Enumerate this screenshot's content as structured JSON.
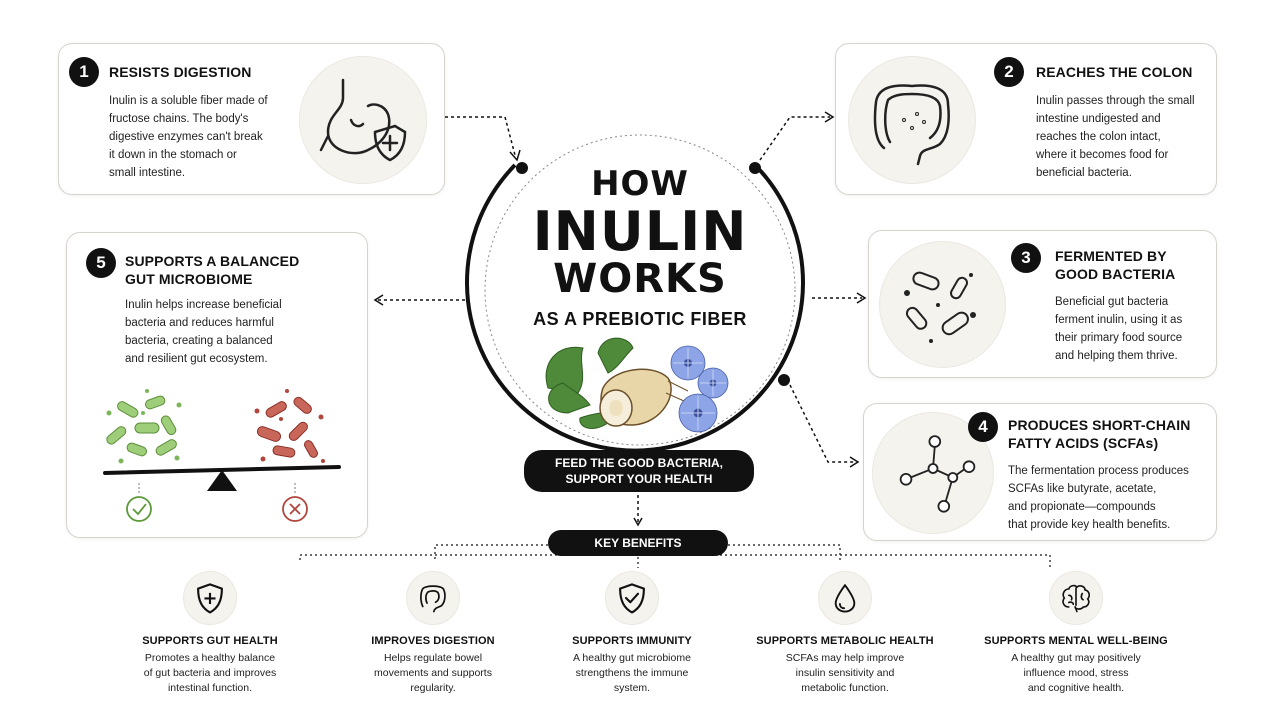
{
  "center": {
    "line1": "HOW",
    "line2": "INULIN",
    "line3": "WORKS",
    "line4": "AS A PREBIOTIC FIBER",
    "tagline_line1": "FEED THE GOOD BACTERIA,",
    "tagline_line2": "SUPPORT YOUR HEALTH",
    "key_benefits_label": "KEY BENEFITS"
  },
  "steps": [
    {
      "number": "1",
      "title": "RESISTS DIGESTION",
      "body": [
        "Inulin is a soluble fiber made of",
        "fructose chains. The body's",
        "digestive enzymes can't break",
        "it down in the stomach or",
        "small intestine."
      ],
      "icon": "stomach-shield-icon"
    },
    {
      "number": "2",
      "title": "REACHES THE COLON",
      "body": [
        "Inulin passes through the small",
        "intestine undigested and",
        "reaches the colon intact,",
        "where it becomes food for",
        "beneficial bacteria."
      ],
      "icon": "colon-icon"
    },
    {
      "number": "3",
      "title_line1": "FERMENTED BY",
      "title_line2": "GOOD BACTERIA",
      "body": [
        "Beneficial gut bacteria",
        "ferment inulin, using it as",
        "their primary food source",
        "and helping them thrive."
      ],
      "icon": "bacteria-icon"
    },
    {
      "number": "4",
      "title_line1": "PRODUCES SHORT-CHAIN",
      "title_line2": "FATTY ACIDS (SCFAs)",
      "body": [
        "The fermentation process produces",
        "SCFAs like butyrate, acetate,",
        "and propionate—compounds",
        "that provide key health benefits."
      ],
      "icon": "molecule-icon"
    },
    {
      "number": "5",
      "title_line1": "SUPPORTS A BALANCED",
      "title_line2": "GUT MICROBIOME",
      "body": [
        "Inulin helps increase beneficial",
        "bacteria and reduces harmful",
        "bacteria, creating a balanced",
        "and resilient gut ecosystem."
      ],
      "icon": "balance-scale-icon"
    }
  ],
  "benefits": [
    {
      "title": "SUPPORTS GUT HEALTH",
      "body": [
        "Promotes a healthy balance",
        "of gut bacteria and improves",
        "intestinal function."
      ],
      "icon": "shield-plus-icon"
    },
    {
      "title": "IMPROVES DIGESTION",
      "body": [
        "Helps regulate bowel",
        "movements and supports",
        "regularity."
      ],
      "icon": "intestine-icon"
    },
    {
      "title": "SUPPORTS IMMUNITY",
      "body": [
        "A healthy gut microbiome",
        "strengthens the immune",
        "system."
      ],
      "icon": "shield-check-icon"
    },
    {
      "title": "SUPPORTS METABOLIC HEALTH",
      "body": [
        "SCFAs may help improve",
        "insulin sensitivity and",
        "metabolic function."
      ],
      "icon": "droplet-icon"
    },
    {
      "title": "SUPPORTS MENTAL WELL-BEING",
      "body": [
        "A healthy gut may positively",
        "influence mood, stress",
        "and cognitive health."
      ],
      "icon": "brain-icon"
    }
  ],
  "colors": {
    "ink": "#111111",
    "card_border": "#d6d3cc",
    "icon_bg": "#f5f3ee",
    "good_bacteria": "#7cb55a",
    "bad_bacteria": "#b0463c"
  }
}
